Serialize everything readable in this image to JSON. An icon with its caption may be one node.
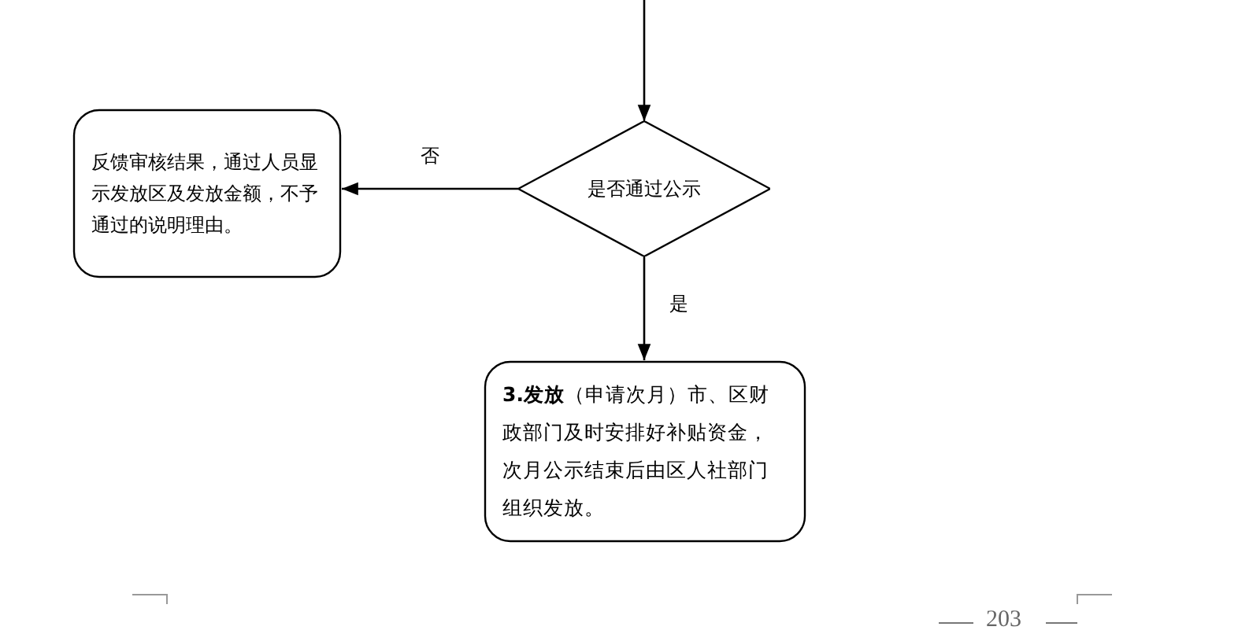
{
  "diagram": {
    "nodes": [
      {
        "text": [
          "反馈审核结果，通过人员显示发放区及发放金额，不予通过的说明理由。"
        ]
      },
      {
        "text": [
          "是否通过公示"
        ]
      },
      {
        "text": [
          "**3.发放**（申请次月）市、区财政部门及时安排好补贴资金，次月公示结束后由区人社部门组织发放。"
        ]
      }
    ],
    "edges": [
      {
        "from": null,
        "to": 1,
        "arrow": "to"
      },
      {
        "from": 1,
        "to": 0,
        "arrow": "to",
        "label": "否"
      },
      {
        "from": 1,
        "to": 2,
        "arrow": "to",
        "label": "是"
      }
    ],
    "labels": [
      "203"
    ]
  }
}
